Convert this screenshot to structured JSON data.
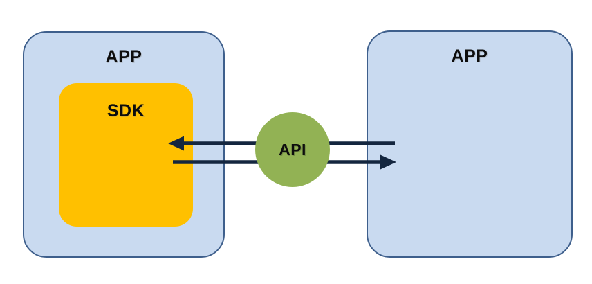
{
  "diagram": {
    "nodes": {
      "left_app": {
        "label": "APP"
      },
      "sdk": {
        "label": "SDK"
      },
      "api": {
        "label": "API"
      },
      "right_app": {
        "label": "APP"
      }
    },
    "edges": [
      {
        "name": "api-to-sdk",
        "direction": "left",
        "from": "right_app",
        "through": "api",
        "to": "sdk"
      },
      {
        "name": "sdk-to-app",
        "direction": "right",
        "from": "sdk",
        "through": "api",
        "to": "right_app"
      }
    ],
    "colors": {
      "app_fill": "#c9daf0",
      "app_border": "#3e5f8c",
      "sdk_fill": "#ffc000",
      "api_fill": "#92b254",
      "arrow": "#14263f",
      "label_text": "#0d0d0d",
      "background": "#ffffff"
    }
  }
}
